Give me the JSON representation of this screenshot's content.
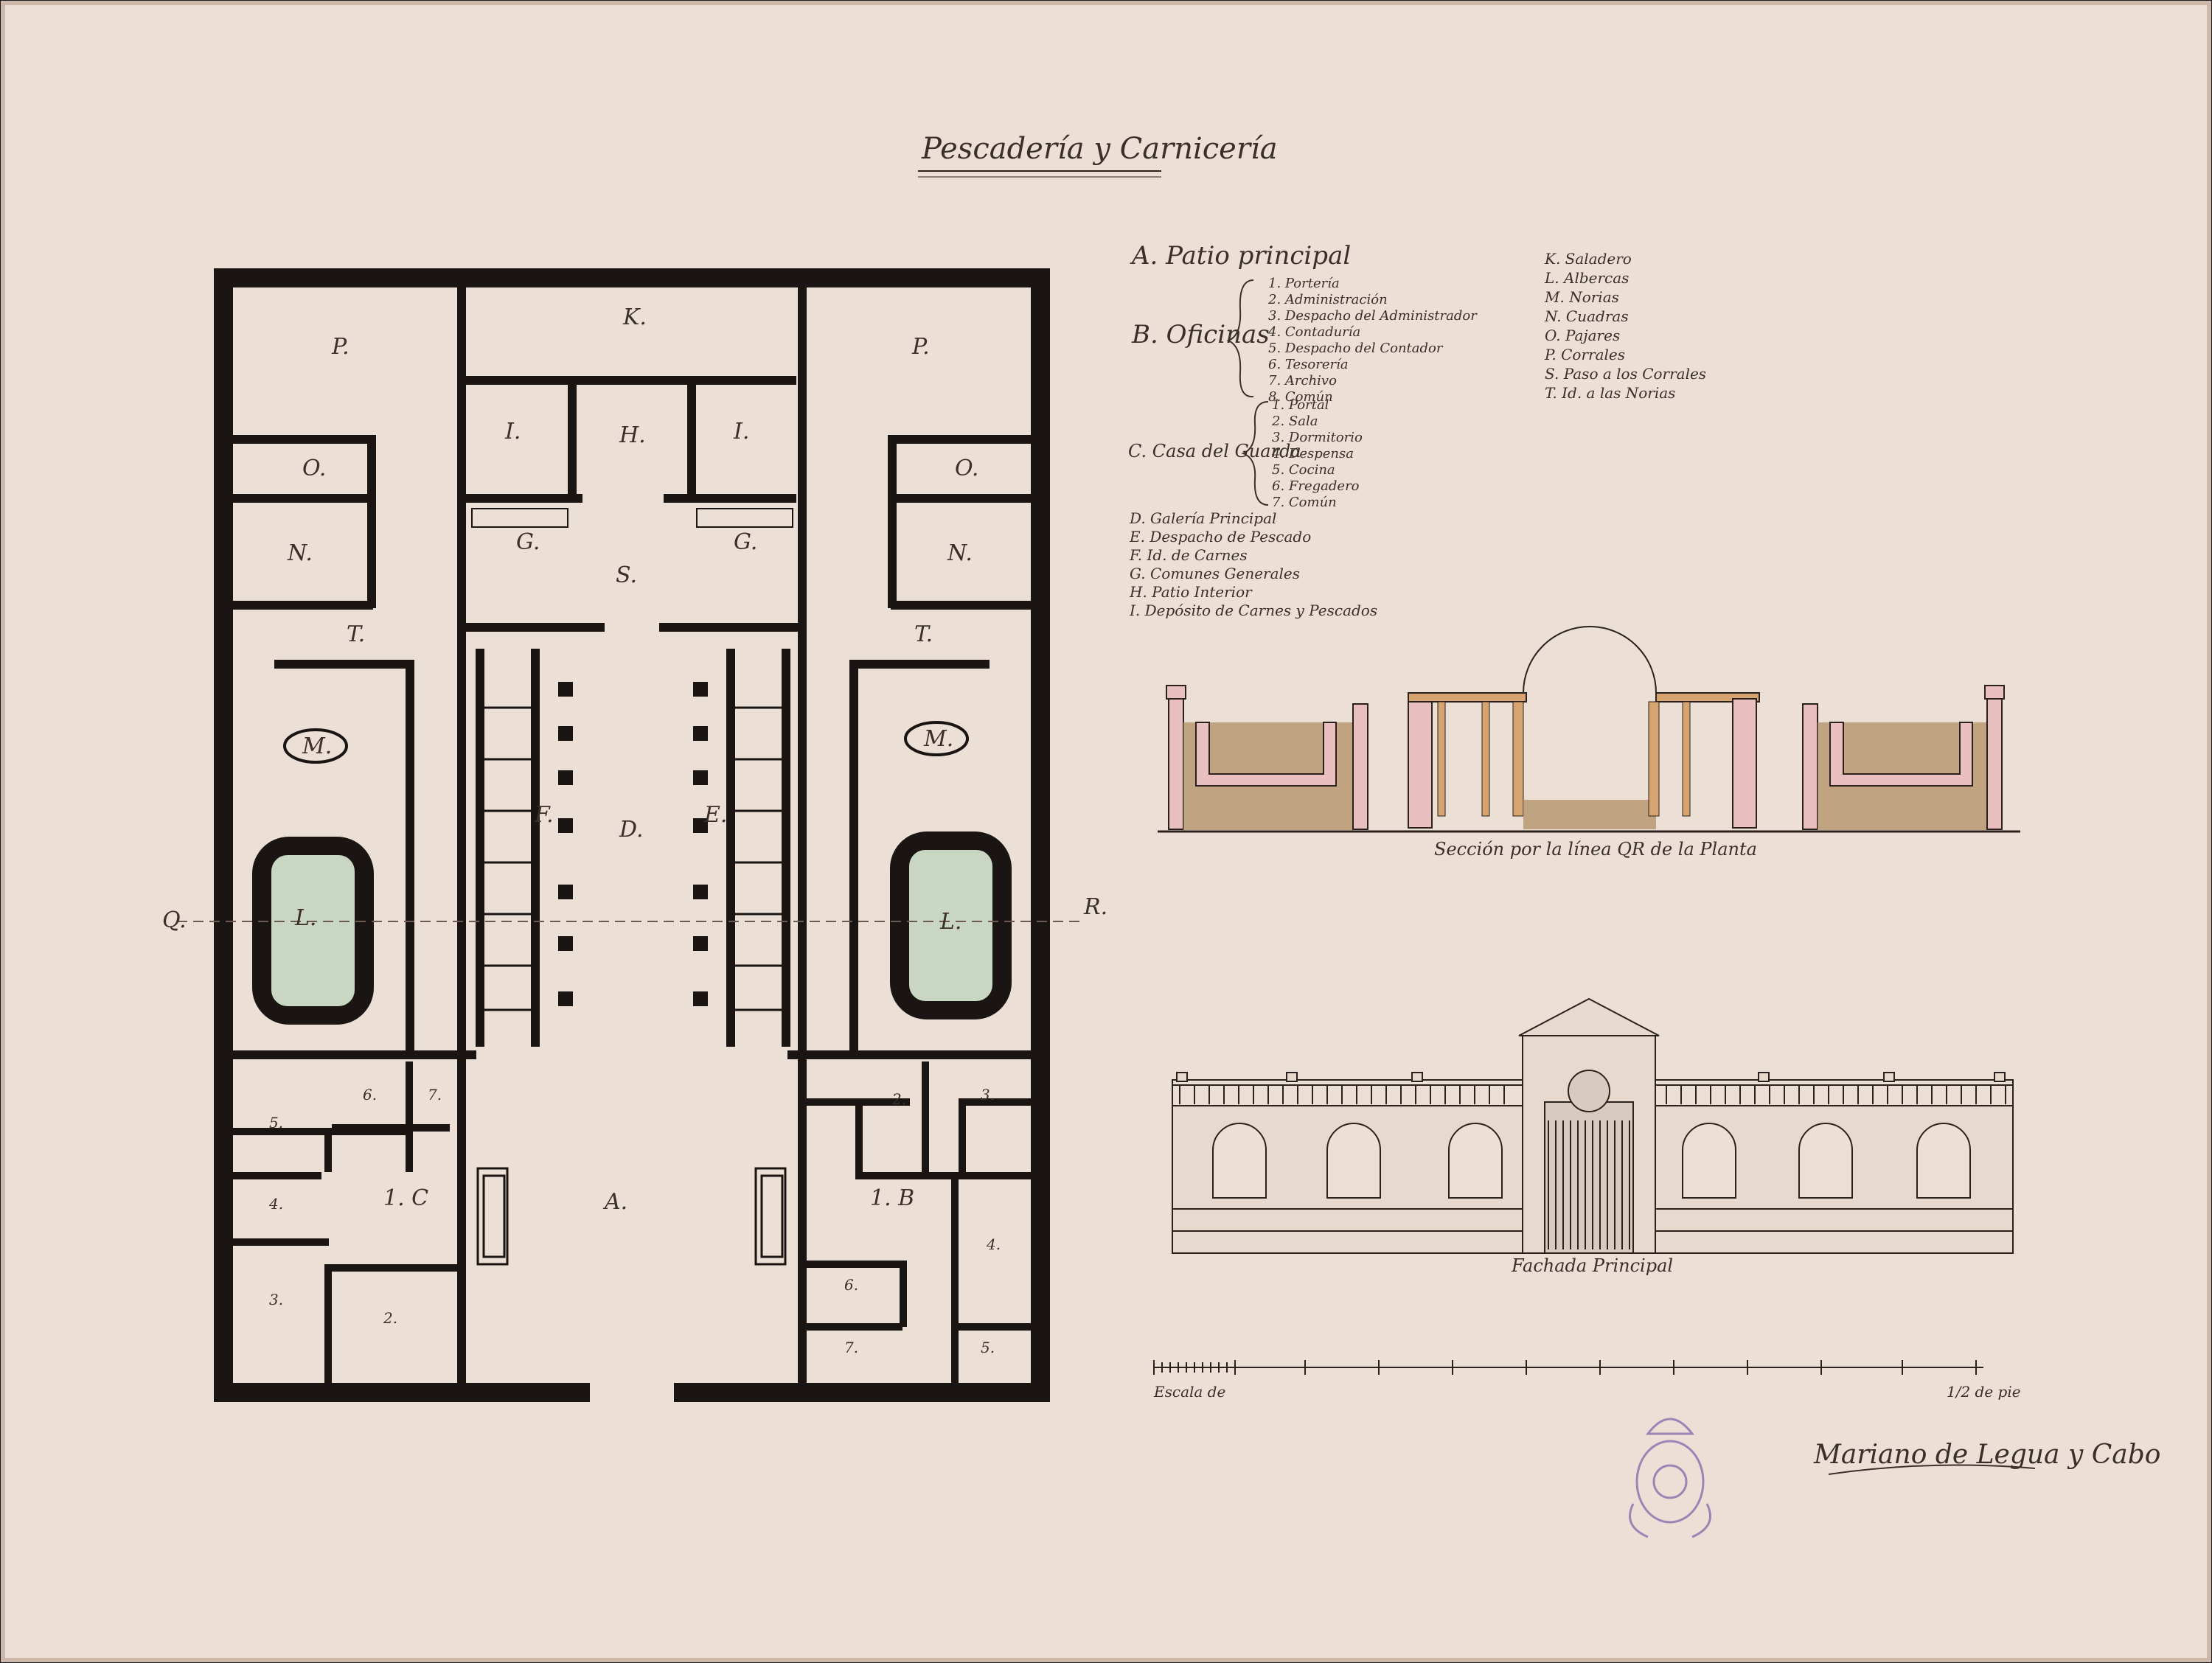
{
  "title": "Pescadería y Carnicería",
  "colors": {
    "paper": "#ece0d6",
    "ink": "#1a1513",
    "pool": "#c9d6c2",
    "column": "#d6a470",
    "earth": "#b5936a",
    "pink": "#e9bfc0",
    "stamp": "#9a86b4"
  },
  "legend": {
    "A": "A. Patio principal",
    "B_head": "B. Oficinas",
    "B_items": [
      "1. Portería",
      "2. Administración",
      "3. Despacho del Administrador",
      "4. Contaduría",
      "5. Despacho del Contador",
      "6. Tesorería",
      "7. Archivo",
      "8. Común"
    ],
    "C_head": "C. Casa del Guarda",
    "C_items": [
      "1. Portal",
      "2. Sala",
      "3. Dormitorio",
      "4. Despensa",
      "5. Cocina",
      "6. Fregadero",
      "7. Común"
    ],
    "others_left": [
      "D. Galería Principal",
      "E. Despacho de Pescado",
      "F. Id. de Carnes",
      "G. Comunes Generales",
      "H. Patio Interior",
      "I. Depósito de Carnes y Pescados"
    ],
    "others_right": [
      "K. Saladero",
      "L. Albercas",
      "M. Norias",
      "N. Cuadras",
      "O. Pajares",
      "P. Corrales",
      "S. Paso a los Corrales",
      "T. Id. a las Norias"
    ]
  },
  "plan_labels": {
    "A": "A.",
    "B": "1. B",
    "C": "1. C",
    "D": "D.",
    "E": "E.",
    "F": "F.",
    "G": "G.",
    "H": "H.",
    "I": "I.",
    "K": "K.",
    "L": "L.",
    "M": "M.",
    "N": "N.",
    "O": "O.",
    "P": "P.",
    "S": "S.",
    "T": "T.",
    "Q": "Q.",
    "R": "R.",
    "n1": "1.",
    "n2": "2.",
    "n3": "3.",
    "n4": "4.",
    "n5": "5.",
    "n6": "6.",
    "n7": "7."
  },
  "captions": {
    "section": "Sección por la línea QR de la Planta",
    "facade": "Fachada Principal",
    "scale_left": "Escala de",
    "scale_right": "1/2 de pie"
  },
  "signature": "Mariano de Legua y Cabo"
}
